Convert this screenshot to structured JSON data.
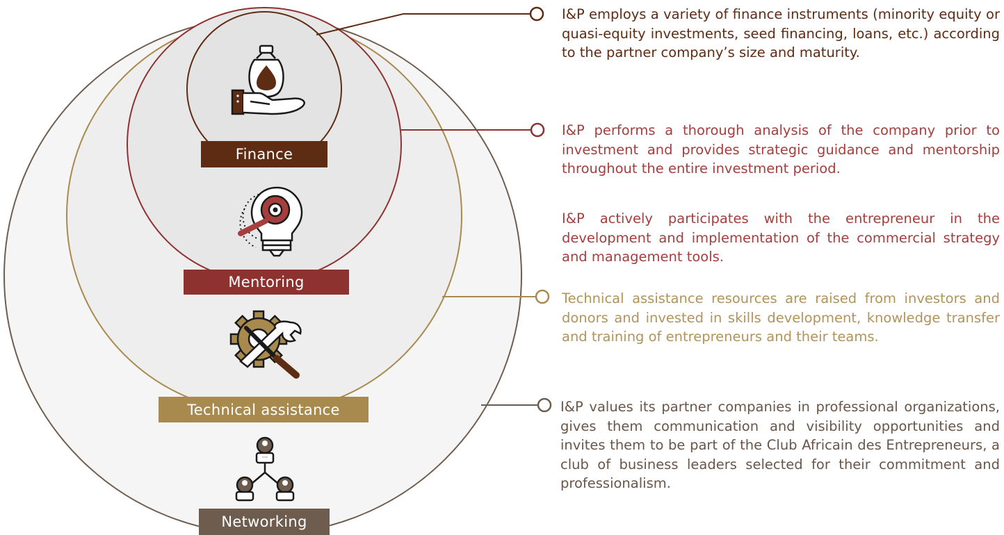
{
  "colors": {
    "finance": "#5e2c12",
    "mentoring": "#8e3230",
    "technical": "#a88a4e",
    "networking": "#6e5d4f",
    "text_finance": "#5e2c12",
    "text_mentoring": "#a63e3e",
    "text_technical": "#b0945a",
    "text_networking": "#6a5648"
  },
  "layers": {
    "finance": {
      "label": "Finance",
      "icon": "money-bag-hand-icon"
    },
    "mentoring": {
      "label": "Mentoring",
      "icon": "lightbulb-magnifier-icon"
    },
    "technical": {
      "label": "Technical assistance",
      "icon": "gear-wrench-screwdriver-icon"
    },
    "networking": {
      "label": "Networking",
      "icon": "people-network-icon"
    }
  },
  "descriptions": {
    "finance": "I&P employs a variety of finance instruments (minority equity or quasi-equity investments, seed financing, loans, etc.) according to the partner company’s size and maturity.",
    "mentoring_1": "I&P performs a thorough analysis of the company prior to investment and provides strategic guidance and mentorship throughout the entire investment period.",
    "mentoring_2": "I&P actively participates with the entrepreneur in the development and implementation of the commercial strategy and management tools.",
    "technical": "Technical assistance resources are raised from investors and donors and invested in skills development, knowledge transfer and training of entrepreneurs and their teams.",
    "networking": "I&P values its partner companies in professional organizations, gives them communication and visibility opportunities and invites them to be part of the Club Africain des Entrepreneurs, a club of business leaders selected for their commitment and professionalism."
  }
}
